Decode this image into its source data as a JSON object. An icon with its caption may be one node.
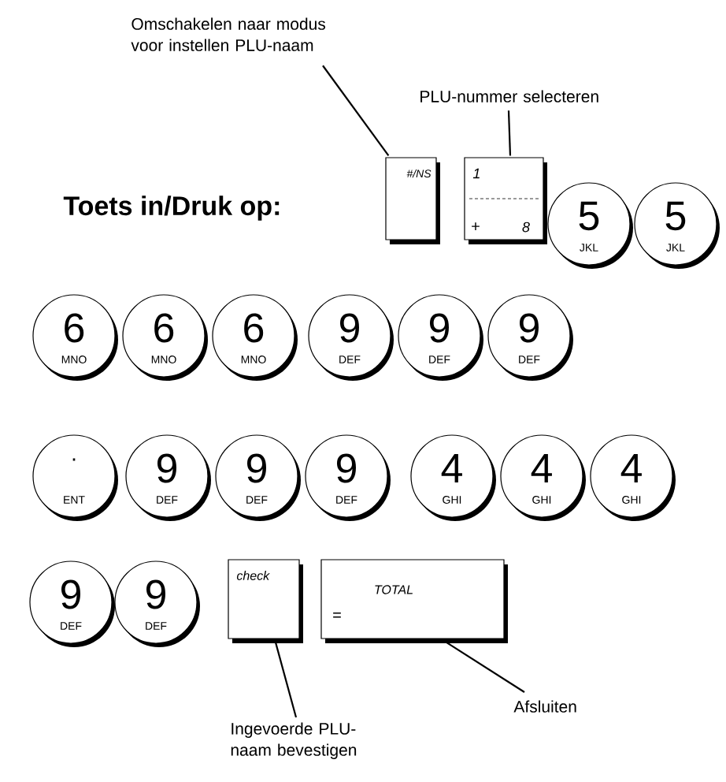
{
  "diagram": {
    "nodes": [
      {
        "text": [
          "Omschakelen naar modus voor instellen PLU-naam"
        ]
      },
      {
        "text": [
          "PLU-nummer selecteren"
        ]
      },
      {
        "text": [
          "#/NS"
        ]
      },
      {
        "text": [
          "1",
          "+",
          "8"
        ]
      },
      {
        "text": [
          "5",
          "JKL"
        ]
      },
      {
        "text": [
          "5",
          "JKL"
        ]
      },
      {
        "text": [
          "6",
          "MNO"
        ]
      },
      {
        "text": [
          "6",
          "MNO"
        ]
      },
      {
        "text": [
          "6",
          "MNO"
        ]
      },
      {
        "text": [
          "9",
          "DEF"
        ]
      },
      {
        "text": [
          "9",
          "DEF"
        ]
      },
      {
        "text": [
          "9",
          "DEF"
        ]
      },
      {
        "text": [
          "·",
          "ENT"
        ]
      },
      {
        "text": [
          "9",
          "DEF"
        ]
      },
      {
        "text": [
          "9",
          "DEF"
        ]
      },
      {
        "text": [
          "9",
          "DEF"
        ]
      },
      {
        "text": [
          "4",
          "GHI"
        ]
      },
      {
        "text": [
          "4",
          "GHI"
        ]
      },
      {
        "text": [
          "4",
          "GHI"
        ]
      },
      {
        "text": [
          "9",
          "DEF"
        ]
      },
      {
        "text": [
          "9",
          "DEF"
        ]
      },
      {
        "text": [
          "check"
        ]
      },
      {
        "text": [
          "TOTAL",
          "="
        ]
      },
      {
        "text": [
          "Afsluiten"
        ]
      },
      {
        "text": [
          "Ingevoerde PLU-naam bevestigen"
        ]
      }
    ],
    "edges": [
      {
        "from": 0,
        "to": 2,
        "arrow": "none"
      },
      {
        "from": 1,
        "to": 3,
        "arrow": "none"
      },
      {
        "from": 23,
        "to": 22,
        "arrow": "none"
      },
      {
        "from": 24,
        "to": 21,
        "arrow": "none"
      }
    ],
    "labels": [
      "Toets in/Druk op:"
    ]
  }
}
